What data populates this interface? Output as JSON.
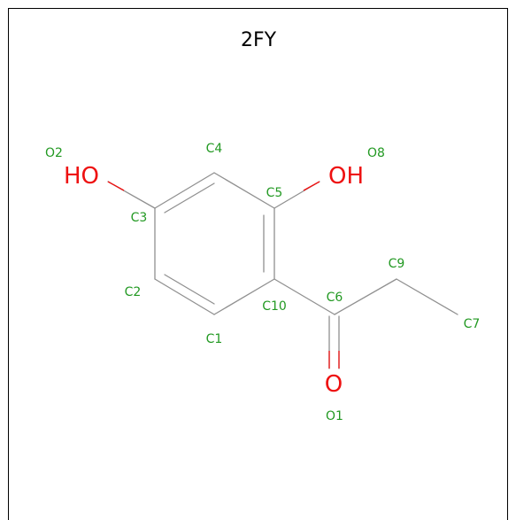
{
  "title": "2FY",
  "colors": {
    "background": "#ffffff",
    "frame": "#000000",
    "bond": "#909090",
    "heteroatom": "#ee1111",
    "atom_label": "#229922",
    "title": "#000000"
  },
  "symbols": {
    "o2": "HO",
    "o8": "OH",
    "o1": "O"
  },
  "atom_labels": {
    "o2": "O2",
    "c4": "C4",
    "o8": "O8",
    "c3": "C3",
    "c5": "C5",
    "c9": "C9",
    "c2": "C2",
    "c10": "C10",
    "c6": "C6",
    "c7": "C7",
    "c1": "C1",
    "o1": "O1"
  }
}
